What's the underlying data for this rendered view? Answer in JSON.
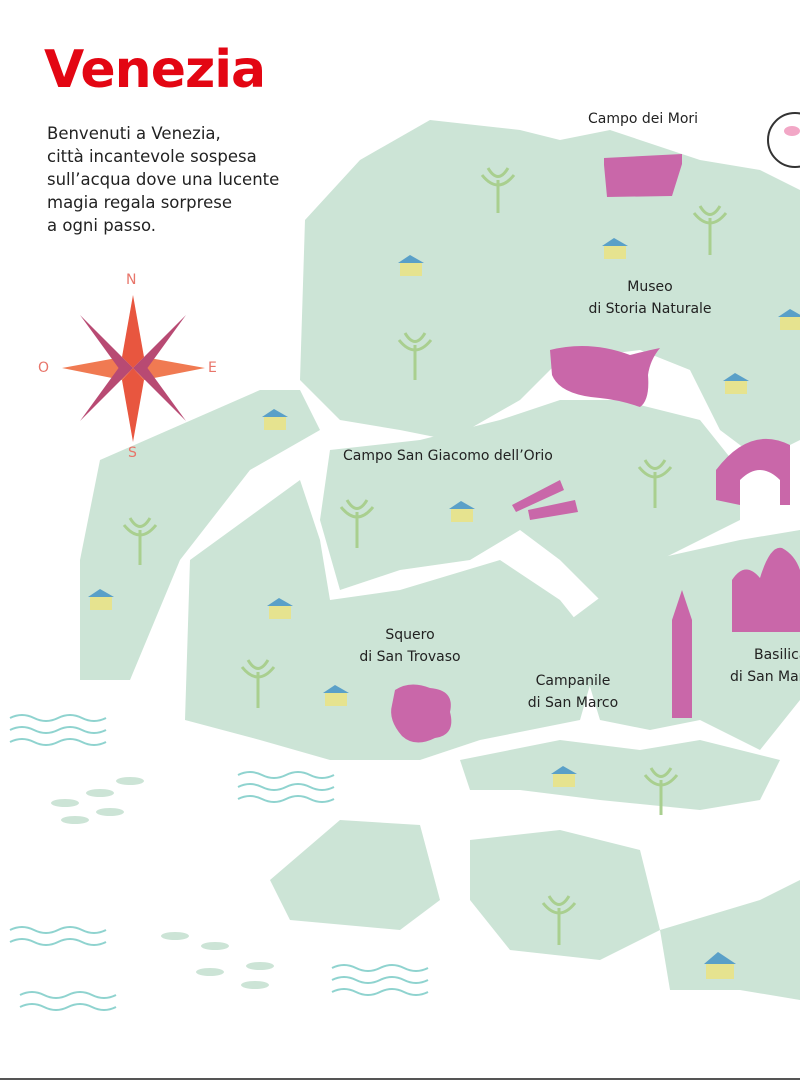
{
  "title": "Venezia",
  "intro": [
    "Benvenuti a Venezia,",
    "città incantevole sospesa",
    "sull’acqua dove una lucente",
    "magia regala sorprese",
    "a ogni passo."
  ],
  "compass": {
    "n": "N",
    "s": "S",
    "e": "E",
    "o": "O"
  },
  "places": {
    "campo_mori": "Campo dei Mori",
    "museo_1": "Museo",
    "museo_2": "di Storia Naturale",
    "campo_giacomo": "Campo San Giacomo dell’Orio",
    "squero_1": "Squero",
    "squero_2": "di San Trovaso",
    "campanile_1": "Campanile",
    "campanile_2": "di San Marco",
    "basilica_1": "Basilica",
    "basilica_2": "di San Marco"
  },
  "colors": {
    "land": "#cce4d6",
    "landmark": "#c967a9",
    "title": "#e30613",
    "tree": "#a9cf8f",
    "water": "#8fd3cf"
  }
}
